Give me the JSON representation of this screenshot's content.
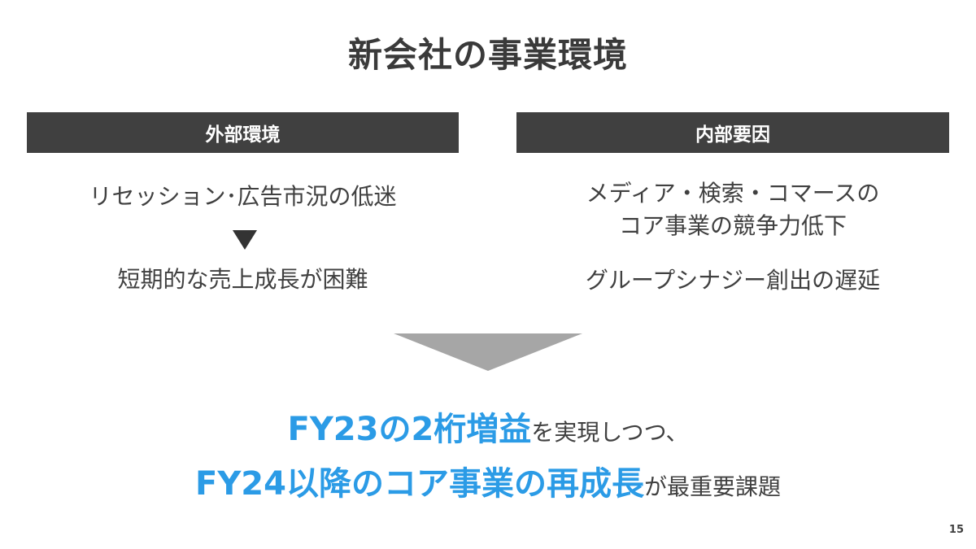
{
  "title": "新会社の事業環境",
  "left": {
    "header": "外部環境",
    "line1": "リセッション･広告市況の低迷",
    "arrow_icon": "triangle-down-icon",
    "line2": "短期的な売上成長が困難"
  },
  "right": {
    "header": "内部要因",
    "line1a": "メディア・検索・コマースの",
    "line1b": "コア事業の競争力低下",
    "line2": "グループシナジー創出の遅延"
  },
  "down_arrow_icon": "big-triangle-down-icon",
  "conclusion": {
    "line1_highlight": "FY23の2桁増益",
    "line1_rest": "を実現しつつ、",
    "line2_highlight": "FY24以降のコア事業の再成長",
    "line2_rest": "が最重要課題"
  },
  "colors": {
    "header_bg": "#404040",
    "highlight": "#2b9be6",
    "arrow": "#a6a6a6"
  },
  "page_number": "15"
}
